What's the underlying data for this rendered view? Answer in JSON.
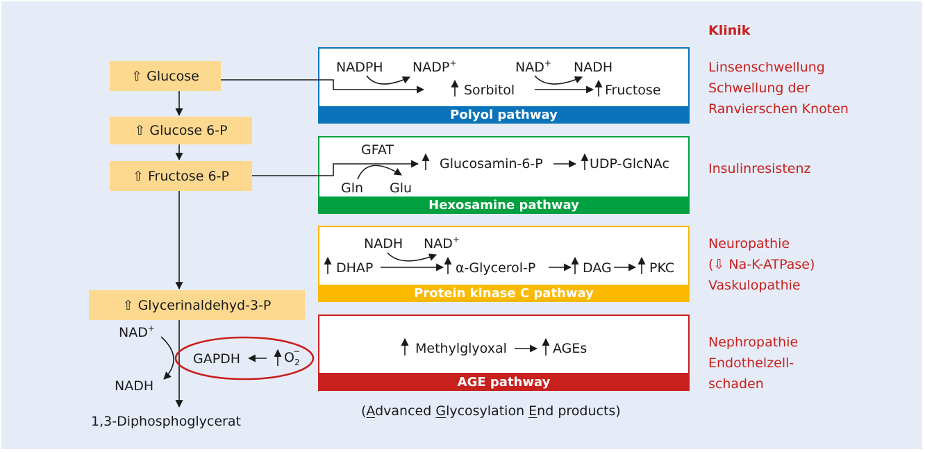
{
  "colors": {
    "background": "#e6ecf7",
    "substrate_box": "#fdd98f",
    "polyol": "#0a73bb",
    "hexosamine": "#00a040",
    "pkc": "#fbb900",
    "age": "#c8201d",
    "clinic_text": "#c8201d"
  },
  "glycolysis": {
    "glucose": "⇧ Glucose",
    "glucose6p": "⇧ Glucose 6-P",
    "fructose6p": "⇧ Fructose 6-P",
    "gap": "⇧ Glycerinaldehyd-3-P",
    "nad_plus": "NAD",
    "nadh": "NADH",
    "gapdh": "GAPDH",
    "arrow_up": "↑",
    "o2": "O",
    "o2_sub": "2",
    "o2_sup": "−",
    "product": "1,3-Diphosphoglycerat"
  },
  "polyol": {
    "label": "Polyol pathway",
    "nadph": "NADPH",
    "nadp_plus": "NADP",
    "sorbitol": "Sorbitol",
    "nad_plus": "NAD",
    "nadh": "NADH",
    "fructose": "Fructose"
  },
  "hexosamine": {
    "label": "Hexosamine pathway",
    "gfat": "GFAT",
    "gln": "Gln",
    "glu": "Glu",
    "glucosamin6p": "Glucosamin-6-P",
    "udp_glcnac": "UDP-GlcNAc"
  },
  "pkc": {
    "label": "Protein kinase C pathway",
    "nadh": "NADH",
    "nad_plus": "NAD",
    "dhap": "DHAP",
    "glycerol_p": "α-Glycerol-P",
    "dag": "DAG",
    "pkc": "PKC"
  },
  "age": {
    "label": "AGE pathway",
    "methylglyoxal": "Methylglyoxal",
    "ages": "AGEs",
    "footnote_open": "(",
    "footnote_a": "A",
    "footnote_dvanced": "dvanced ",
    "footnote_g": "G",
    "footnote_lycosylation": "lycosylation ",
    "footnote_e": "E",
    "footnote_end": "nd products)"
  },
  "clinic": {
    "heading": "Klinik",
    "polyol_1": "Linsenschwellung",
    "polyol_2": "Schwellung der",
    "polyol_3": "Ranvierschen Knoten",
    "hexosamine_1": "Insulinresistenz",
    "pkc_1": "Neuropathie",
    "pkc_2": "(⇩ Na-K-ATPase)",
    "pkc_3": "Vaskulopathie",
    "age_1": "Nephropathie",
    "age_2": "Endothelzell-",
    "age_3": "schaden"
  },
  "superscripts": {
    "plus": "+"
  }
}
